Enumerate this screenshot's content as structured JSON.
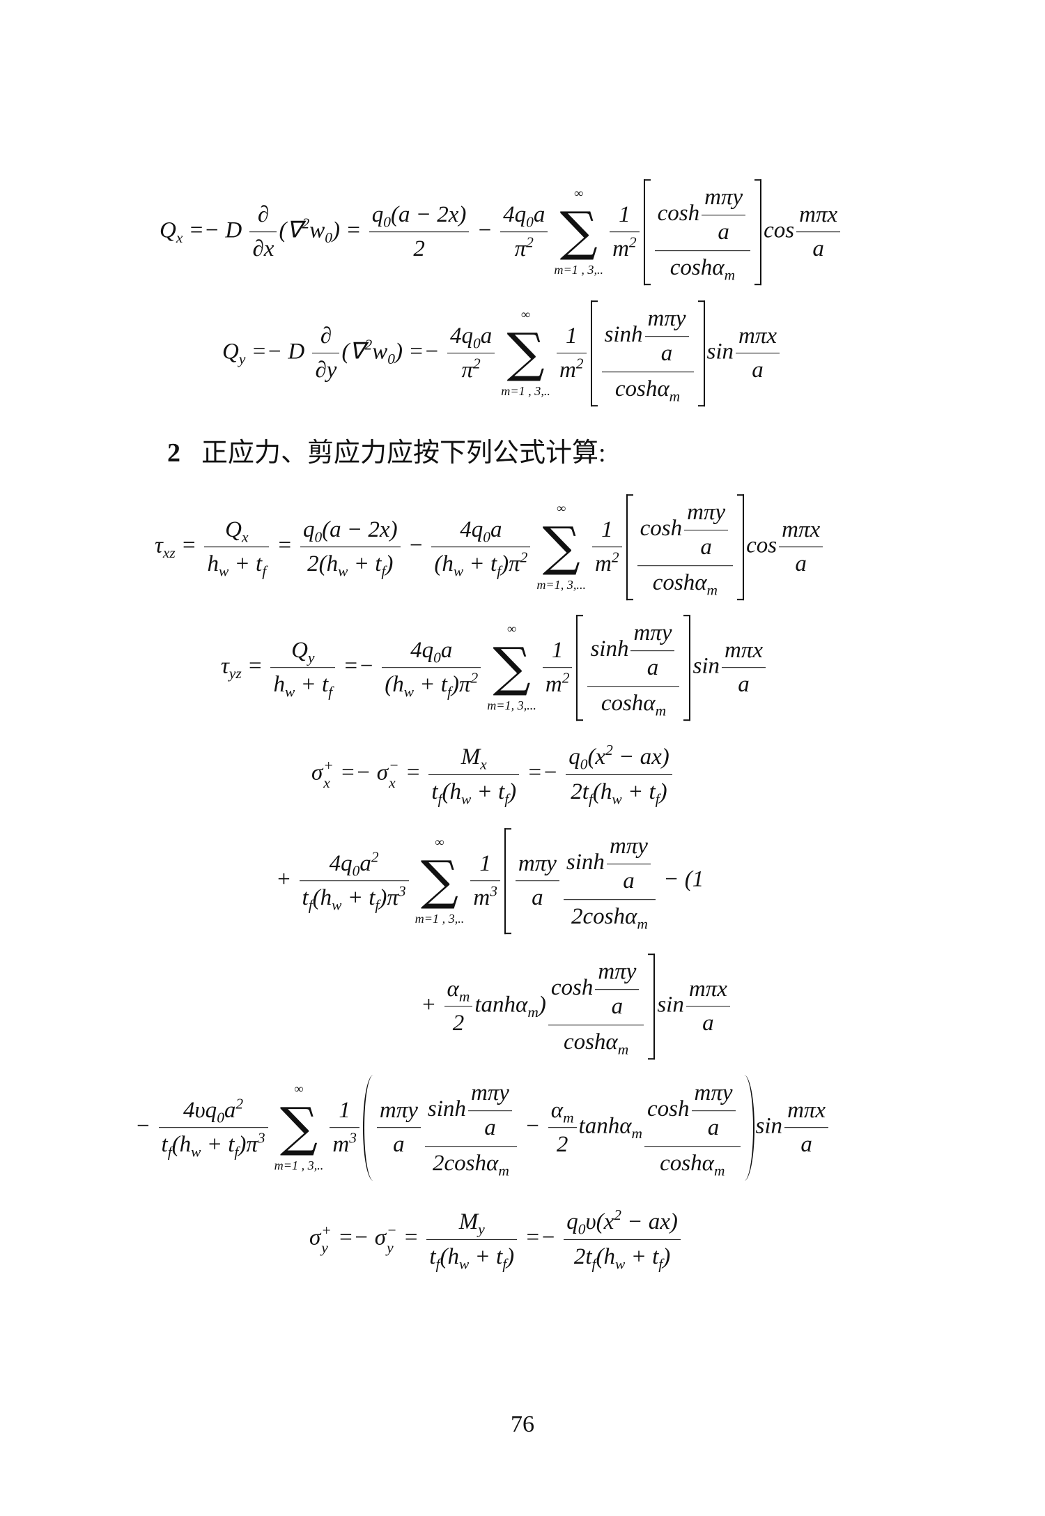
{
  "heading": {
    "number": "2",
    "text": "正应力、剪应力应按下列公式计算:"
  },
  "page_number": "76",
  "equations": [
    {
      "tokens": [
        "Q",
        {
          "sb": "x"
        },
        " =− D ",
        {
          "fr": [
            [
              "∂"
            ],
            [
              "∂x"
            ]
          ]
        },
        "(∇",
        {
          "sp": "2"
        },
        "w",
        {
          "sb": "0"
        },
        ") = ",
        {
          "fr": [
            [
              "q",
              {
                "sb": "0"
              },
              "(a − 2x)"
            ],
            [
              "2"
            ]
          ]
        },
        " − ",
        {
          "fr": [
            [
              "4q",
              {
                "sb": "0"
              },
              "a"
            ],
            [
              "π",
              {
                "sp": "2"
              }
            ]
          ]
        },
        {
          "sum": [
            "∞",
            "m=1 , 3,.."
          ]
        },
        {
          "fr": [
            [
              "1"
            ],
            [
              "m",
              {
                "sp": "2"
              }
            ]
          ]
        },
        {
          "br": "[]",
          "c": [
            {
              "fr": [
                [
                  "cosh",
                  {
                    "fr": [
                      [
                        "mπy"
                      ],
                      [
                        "a"
                      ]
                    ]
                  }
                ],
                [
                  "coshα",
                  {
                    "sb": "m"
                  }
                ]
              ]
            }
          ]
        },
        "cos",
        {
          "fr": [
            [
              "mπx"
            ],
            [
              "a"
            ]
          ]
        }
      ]
    },
    {
      "tokens": [
        "Q",
        {
          "sb": "y"
        },
        " =− D ",
        {
          "fr": [
            [
              "∂"
            ],
            [
              "∂y"
            ]
          ]
        },
        "(∇",
        {
          "sp": "2"
        },
        "w",
        {
          "sb": "0"
        },
        ") =− ",
        {
          "fr": [
            [
              "4q",
              {
                "sb": "0"
              },
              "a"
            ],
            [
              "π",
              {
                "sp": "2"
              }
            ]
          ]
        },
        {
          "sum": [
            "∞",
            "m=1 , 3,.."
          ]
        },
        {
          "fr": [
            [
              "1"
            ],
            [
              "m",
              {
                "sp": "2"
              }
            ]
          ]
        },
        {
          "br": "[]",
          "c": [
            {
              "fr": [
                [
                  "sinh",
                  {
                    "fr": [
                      [
                        "mπy"
                      ],
                      [
                        "a"
                      ]
                    ]
                  }
                ],
                [
                  "coshα",
                  {
                    "sb": "m"
                  }
                ]
              ]
            }
          ]
        },
        "sin",
        {
          "fr": [
            [
              "mπx"
            ],
            [
              "a"
            ]
          ]
        }
      ]
    },
    {
      "tokens": [
        "τ",
        {
          "sb": "xz"
        },
        " = ",
        {
          "fr": [
            [
              "Q",
              {
                "sb": "x"
              }
            ],
            [
              "h",
              {
                "sb": "w"
              },
              " + t",
              {
                "sb": "f"
              }
            ]
          ]
        },
        " = ",
        {
          "fr": [
            [
              "q",
              {
                "sb": "0"
              },
              "(a − 2x)"
            ],
            [
              "2(h",
              {
                "sb": "w"
              },
              " + t",
              {
                "sb": "f"
              },
              ")"
            ]
          ]
        },
        " − ",
        {
          "fr": [
            [
              "4q",
              {
                "sb": "0"
              },
              "a"
            ],
            [
              "(h",
              {
                "sb": "w"
              },
              " + t",
              {
                "sb": "f"
              },
              ")π",
              {
                "sp": "2"
              }
            ]
          ]
        },
        {
          "sum": [
            "∞",
            "m=1, 3,..."
          ]
        },
        {
          "fr": [
            [
              "1"
            ],
            [
              "m",
              {
                "sp": "2"
              }
            ]
          ]
        },
        {
          "br": "[]",
          "c": [
            {
              "fr": [
                [
                  "cosh",
                  {
                    "fr": [
                      [
                        "mπy"
                      ],
                      [
                        "a"
                      ]
                    ]
                  }
                ],
                [
                  "coshα",
                  {
                    "sb": "m"
                  }
                ]
              ]
            }
          ]
        },
        "cos",
        {
          "fr": [
            [
              "mπx"
            ],
            [
              "a"
            ]
          ]
        }
      ]
    },
    {
      "tokens": [
        "τ",
        {
          "sb": "yz"
        },
        " = ",
        {
          "fr": [
            [
              "Q",
              {
                "sb": "y"
              }
            ],
            [
              "h",
              {
                "sb": "w"
              },
              " + t",
              {
                "sb": "f"
              }
            ]
          ]
        },
        " =− ",
        {
          "fr": [
            [
              "4q",
              {
                "sb": "0"
              },
              "a"
            ],
            [
              "(h",
              {
                "sb": "w"
              },
              " + t",
              {
                "sb": "f"
              },
              ")π",
              {
                "sp": "2"
              }
            ]
          ]
        },
        {
          "sum": [
            "∞",
            "m=1, 3,..."
          ]
        },
        {
          "fr": [
            [
              "1"
            ],
            [
              "m",
              {
                "sp": "2"
              }
            ]
          ]
        },
        {
          "br": "[]",
          "c": [
            {
              "fr": [
                [
                  "sinh",
                  {
                    "fr": [
                      [
                        "mπy"
                      ],
                      [
                        "a"
                      ]
                    ]
                  }
                ],
                [
                  "coshα",
                  {
                    "sb": "m"
                  }
                ]
              ]
            }
          ]
        },
        "sin",
        {
          "fr": [
            [
              "mπx"
            ],
            [
              "a"
            ]
          ]
        }
      ]
    },
    {
      "tokens": [
        "σ",
        {
          "ss": [
            "+",
            "x"
          ]
        },
        " =− σ",
        {
          "ss": [
            "−",
            "x"
          ]
        },
        " = ",
        {
          "fr": [
            [
              "M",
              {
                "sb": "x"
              }
            ],
            [
              "t",
              {
                "sb": "f"
              },
              "(h",
              {
                "sb": "w"
              },
              " + t",
              {
                "sb": "f"
              },
              ")"
            ]
          ]
        },
        " =− ",
        {
          "fr": [
            [
              "q",
              {
                "sb": "0"
              },
              "(x",
              {
                "sp": "2"
              },
              " − ax)"
            ],
            [
              "2t",
              {
                "sb": "f"
              },
              "(h",
              {
                "sb": "w"
              },
              " + t",
              {
                "sb": "f"
              },
              ")"
            ]
          ]
        }
      ]
    },
    {
      "tokens": [
        "+ ",
        {
          "fr": [
            [
              "4q",
              {
                "sb": "0"
              },
              "a",
              {
                "sp": "2"
              }
            ],
            [
              "t",
              {
                "sb": "f"
              },
              "(h",
              {
                "sb": "w"
              },
              " + t",
              {
                "sb": "f"
              },
              ")π",
              {
                "sp": "3"
              }
            ]
          ]
        },
        {
          "sum": [
            "∞",
            "m=1 , 3,.."
          ]
        },
        {
          "fr": [
            [
              "1"
            ],
            [
              "m",
              {
                "sp": "3"
              }
            ]
          ]
        },
        {
          "br": "[ ",
          "c": [
            {
              "fr": [
                [
                  "mπy"
                ],
                [
                  "a"
                ]
              ]
            },
            {
              "fr": [
                [
                  "sinh",
                  {
                    "fr": [
                      [
                        "mπy"
                      ],
                      [
                        "a"
                      ]
                    ]
                  }
                ],
                [
                  "2coshα",
                  {
                    "sb": "m"
                  }
                ]
              ]
            },
            " − (1"
          ]
        }
      ]
    },
    {
      "tokens": [
        "+ ",
        {
          "fr": [
            [
              "α",
              {
                "sb": "m"
              }
            ],
            [
              "2"
            ]
          ]
        },
        "tanhα",
        {
          "sb": "m"
        },
        ")",
        {
          "br": " ]",
          "c": [
            {
              "fr": [
                [
                  "cosh",
                  {
                    "fr": [
                      [
                        "mπy"
                      ],
                      [
                        "a"
                      ]
                    ]
                  }
                ],
                [
                  "coshα",
                  {
                    "sb": "m"
                  }
                ]
              ]
            }
          ]
        },
        "sin",
        {
          "fr": [
            [
              "mπx"
            ],
            [
              "a"
            ]
          ]
        }
      ]
    },
    {
      "tokens": [
        "− ",
        {
          "fr": [
            [
              "4υq",
              {
                "sb": "0"
              },
              "a",
              {
                "sp": "2"
              }
            ],
            [
              "t",
              {
                "sb": "f"
              },
              "(h",
              {
                "sb": "w"
              },
              " + t",
              {
                "sb": "f"
              },
              ")π",
              {
                "sp": "3"
              }
            ]
          ]
        },
        {
          "sum": [
            "∞",
            "m=1 , 3,.."
          ]
        },
        {
          "fr": [
            [
              "1"
            ],
            [
              "m",
              {
                "sp": "3"
              }
            ]
          ]
        },
        {
          "br": "()",
          "c": [
            {
              "fr": [
                [
                  "mπy"
                ],
                [
                  "a"
                ]
              ]
            },
            {
              "fr": [
                [
                  "sinh",
                  {
                    "fr": [
                      [
                        "mπy"
                      ],
                      [
                        "a"
                      ]
                    ]
                  }
                ],
                [
                  "2coshα",
                  {
                    "sb": "m"
                  }
                ]
              ]
            },
            " − ",
            {
              "fr": [
                [
                  "α",
                  {
                    "sb": "m"
                  }
                ],
                [
                  "2"
                ]
              ]
            },
            "tanhα",
            {
              "sb": "m"
            },
            {
              "fr": [
                [
                  "cosh",
                  {
                    "fr": [
                      [
                        "mπy"
                      ],
                      [
                        "a"
                      ]
                    ]
                  }
                ],
                [
                  "coshα",
                  {
                    "sb": "m"
                  }
                ]
              ]
            }
          ]
        },
        "sin",
        {
          "fr": [
            [
              "mπx"
            ],
            [
              "a"
            ]
          ]
        }
      ]
    },
    {
      "tokens": [
        "σ",
        {
          "ss": [
            "+",
            "y"
          ]
        },
        " =− σ",
        {
          "ss": [
            "−",
            "y"
          ]
        },
        " = ",
        {
          "fr": [
            [
              "M",
              {
                "sb": "y"
              }
            ],
            [
              "t",
              {
                "sb": "f"
              },
              "(h",
              {
                "sb": "w"
              },
              " + t",
              {
                "sb": "f"
              },
              ")"
            ]
          ]
        },
        " =− ",
        {
          "fr": [
            [
              "q",
              {
                "sb": "0"
              },
              "υ(x",
              {
                "sp": "2"
              },
              " − ax)"
            ],
            [
              "2t",
              {
                "sb": "f"
              },
              "(h",
              {
                "sb": "w"
              },
              " + t",
              {
                "sb": "f"
              },
              ")"
            ]
          ]
        }
      ]
    }
  ]
}
